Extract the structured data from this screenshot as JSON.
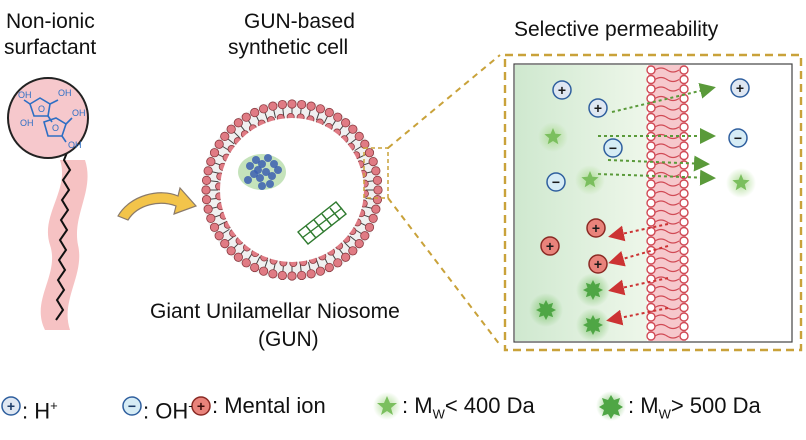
{
  "labels": {
    "surfactant_line1": "Non-ionic",
    "surfactant_line2": "surfactant",
    "cell_line1": "GUN-based",
    "cell_line2": "synthetic cell",
    "permeability_title": "Selective permeability",
    "niosome_line1": "Giant Unilamellar Niosome",
    "niosome_line2": "(GUN)"
  },
  "sugar_labels": [
    "OH",
    "OH",
    "O",
    "O",
    "O",
    "O",
    "OH",
    "OH",
    "OH"
  ],
  "symbols": {
    "plus": "+",
    "minus": "−"
  },
  "legend": {
    "proton_sep": ": H",
    "proton_charge": "+",
    "hydroxide_sep": ": OH",
    "hydroxide_charge": "-",
    "metal": ": Mental ion",
    "small_prefix": ": M",
    "small_sub": "W",
    "small_suffix": "< 400 Da",
    "large_prefix": ": M",
    "large_sub": "W",
    "large_suffix": "> 500 Da"
  },
  "colors": {
    "membrane": "#d9737a",
    "membrane_fill": "#f6c8cc",
    "proton": "#2f5f9e",
    "metal_ion": "#e05a52",
    "small_molecule": "#7bbf5e",
    "large_molecule": "#4fa645",
    "dashed_box": "#c9a23a",
    "green_arrow": "#5a9a3a",
    "red_arrow": "#cc3333",
    "arrow_fill": "#f3c44a"
  }
}
